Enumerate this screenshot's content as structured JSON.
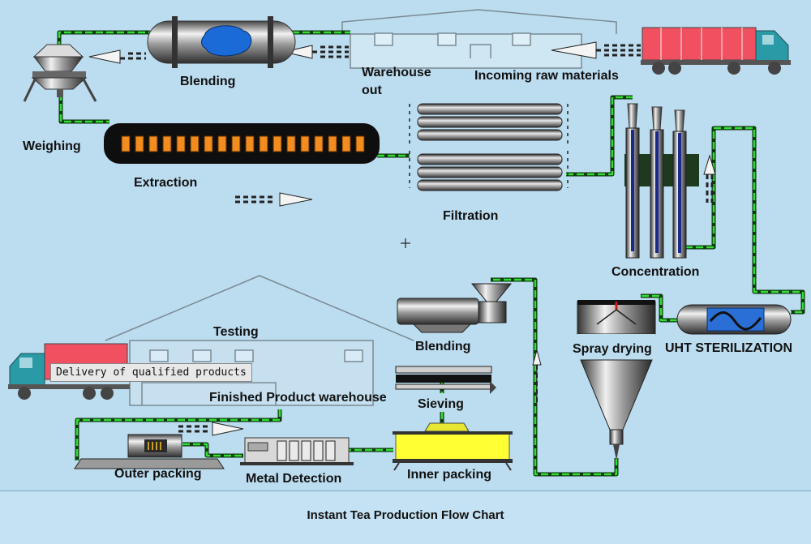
{
  "title": "Instant Tea Production Flow Chart",
  "stages": {
    "weighing": "Weighing",
    "blending_top": "Blending",
    "warehouse_out": "Warehouse out",
    "incoming": "Incoming raw materials",
    "extraction": "Extraction",
    "filtration": "Filtration",
    "concentration": "Concentration",
    "uht": "UHT STERILIZATION",
    "spray_drying": "Spray drying",
    "blending_bottom": "Blending",
    "sieving": "Sieving",
    "inner_packing": "Inner packing",
    "metal_detection": "Metal Detection",
    "outer_packing": "Outer packing",
    "finished_warehouse": "Finished Product warehouse",
    "testing": "Testing",
    "delivery": "Delivery of qualified products"
  },
  "colors": {
    "background": "#bcdcef",
    "pipe": "#33dd33",
    "truck_cargo": "#f05060",
    "truck_cab": "#2a9aa6",
    "hopper_yellow": "#ffff33",
    "extraction_slots": "#f28c1e",
    "blue_window": "#1a6ad8"
  }
}
